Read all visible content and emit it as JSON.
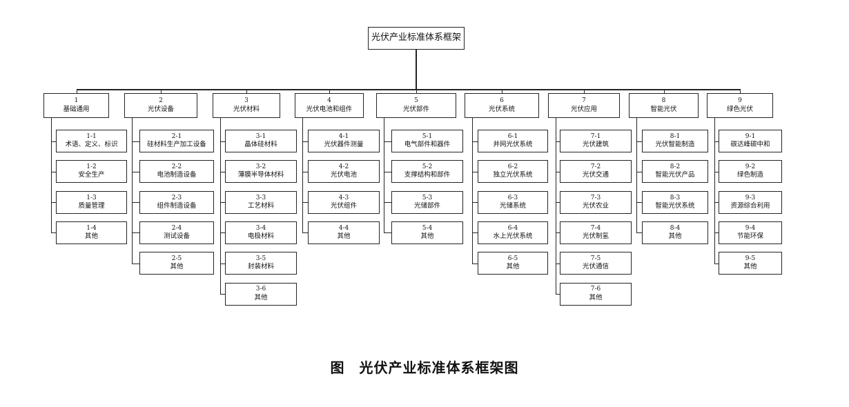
{
  "root": "光伏产业标准体系框架",
  "caption": "图　光伏产业标准体系框架图",
  "categories": [
    {
      "code": "1",
      "label": "基础通用",
      "items": [
        {
          "code": "1-1",
          "label": "术语、定义、标识"
        },
        {
          "code": "1-2",
          "label": "安全生产"
        },
        {
          "code": "1-3",
          "label": "质量管理"
        },
        {
          "code": "1-4",
          "label": "其他"
        }
      ]
    },
    {
      "code": "2",
      "label": "光伏设备",
      "items": [
        {
          "code": "2-1",
          "label": "硅材料生产加工设备"
        },
        {
          "code": "2-2",
          "label": "电池制造设备"
        },
        {
          "code": "2-3",
          "label": "组件制造设备"
        },
        {
          "code": "2-4",
          "label": "测试设备"
        },
        {
          "code": "2-5",
          "label": "其他"
        }
      ]
    },
    {
      "code": "3",
      "label": "光伏材料",
      "items": [
        {
          "code": "3-1",
          "label": "晶体硅材料"
        },
        {
          "code": "3-2",
          "label": "薄膜半导体材料"
        },
        {
          "code": "3-3",
          "label": "工艺材料"
        },
        {
          "code": "3-4",
          "label": "电极材料"
        },
        {
          "code": "3-5",
          "label": "封装材料"
        },
        {
          "code": "3-6",
          "label": "其他"
        }
      ]
    },
    {
      "code": "4",
      "label": "光伏电池和组件",
      "items": [
        {
          "code": "4-1",
          "label": "光伏器件测量"
        },
        {
          "code": "4-2",
          "label": "光伏电池"
        },
        {
          "code": "4-3",
          "label": "光伏组件"
        },
        {
          "code": "4-4",
          "label": "其他"
        }
      ]
    },
    {
      "code": "5",
      "label": "光伏部件",
      "items": [
        {
          "code": "5-1",
          "label": "电气部件和器件"
        },
        {
          "code": "5-2",
          "label": "支撑结构和部件"
        },
        {
          "code": "5-3",
          "label": "光储部件"
        },
        {
          "code": "5-4",
          "label": "其他"
        }
      ]
    },
    {
      "code": "6",
      "label": "光伏系统",
      "items": [
        {
          "code": "6-1",
          "label": "并网光伏系统"
        },
        {
          "code": "6-2",
          "label": "独立光伏系统"
        },
        {
          "code": "6-3",
          "label": "光储系统"
        },
        {
          "code": "6-4",
          "label": "水上光伏系统"
        },
        {
          "code": "6-5",
          "label": "其他"
        }
      ]
    },
    {
      "code": "7",
      "label": "光伏应用",
      "items": [
        {
          "code": "7-1",
          "label": "光伏建筑"
        },
        {
          "code": "7-2",
          "label": "光伏交通"
        },
        {
          "code": "7-3",
          "label": "光伏农业"
        },
        {
          "code": "7-4",
          "label": "光伏制氢"
        },
        {
          "code": "7-5",
          "label": "光伏通信"
        },
        {
          "code": "7-6",
          "label": "其他"
        }
      ]
    },
    {
      "code": "8",
      "label": "智能光伏",
      "items": [
        {
          "code": "8-1",
          "label": "光伏智能制造"
        },
        {
          "code": "8-2",
          "label": "智能光伏产品"
        },
        {
          "code": "8-3",
          "label": "智能光伏系统"
        },
        {
          "code": "8-4",
          "label": "其他"
        }
      ]
    },
    {
      "code": "9",
      "label": "绿色光伏",
      "items": [
        {
          "code": "9-1",
          "label": "碳达峰碳中和"
        },
        {
          "code": "9-2",
          "label": "绿色制造"
        },
        {
          "code": "9-3",
          "label": "资源综合利用"
        },
        {
          "code": "9-4",
          "label": "节能环保"
        },
        {
          "code": "9-5",
          "label": "其他"
        }
      ]
    }
  ]
}
